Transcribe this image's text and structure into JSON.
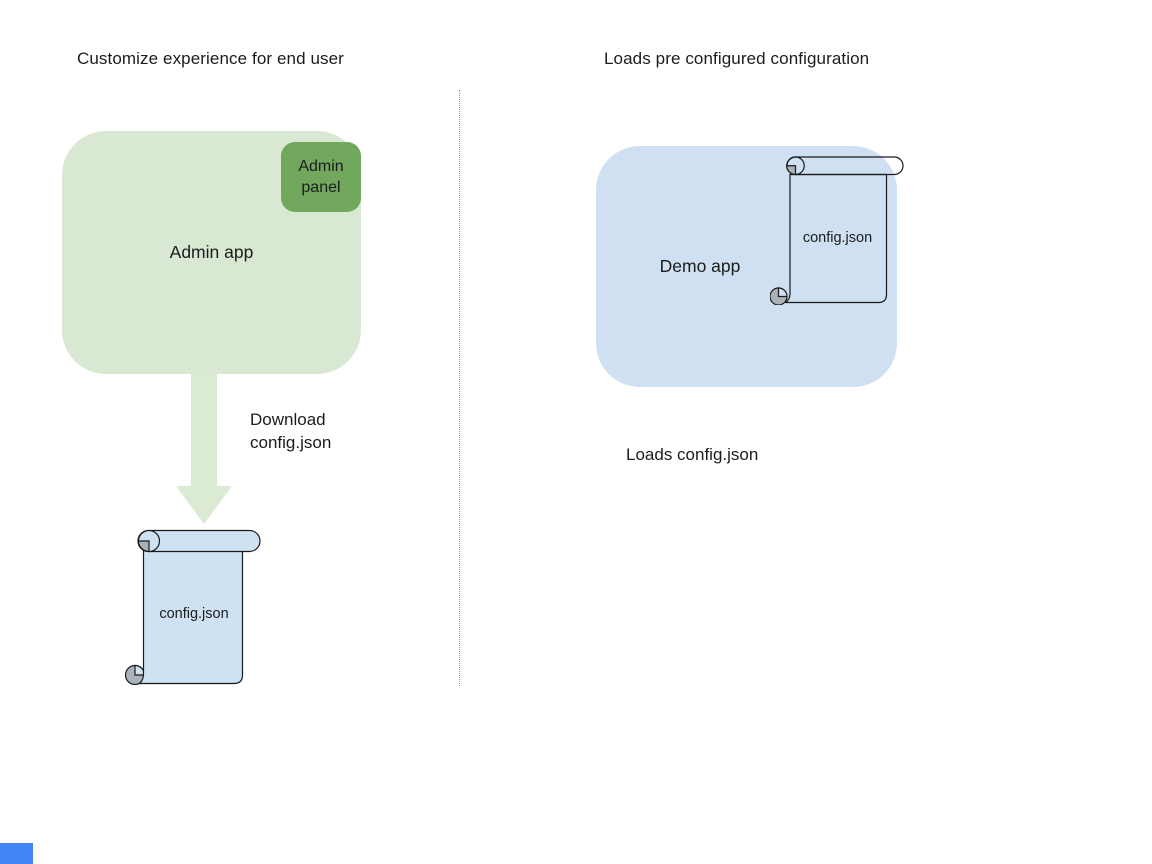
{
  "colors": {
    "admin_app_bg": "#d9e8d2",
    "admin_panel_bg": "#71a85e",
    "arrow_fill": "#dbead3",
    "demo_app_bg": "#cfe0f2",
    "scroll_fill": "#cfe2f3",
    "curl_gray": "#aab1b8",
    "outline": "#1a1a1a",
    "text": "#1c1c1c",
    "divider": "#9b9b9b",
    "corner_accent": "#4285f4"
  },
  "left": {
    "title": "Customize experience for end user",
    "admin_app_label": "Admin app",
    "admin_panel_label": "Admin\npanel",
    "arrow_label": "Download\nconfig.json",
    "scroll_label": "config.json"
  },
  "right": {
    "title": "Loads pre configured configuration",
    "demo_app_label": "Demo app",
    "scroll_label": "config.json",
    "caption": "Loads config.json"
  }
}
